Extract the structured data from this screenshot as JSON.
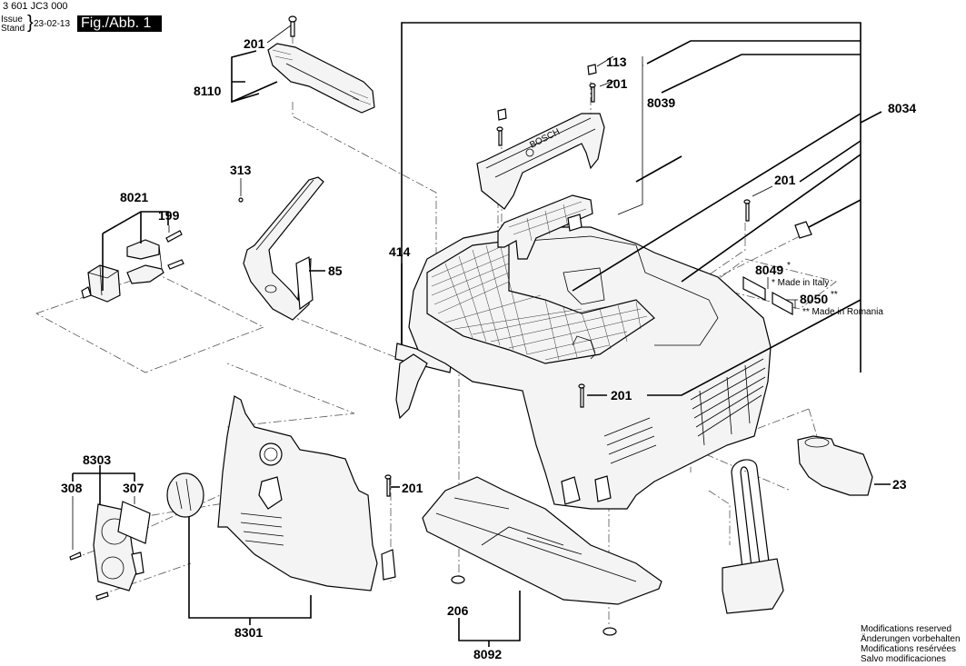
{
  "header": {
    "drawing_number": "3 601 JC3 000",
    "issue_label_1": "Issue",
    "issue_label_2": "Stand",
    "issue_date": "23-02-13",
    "figure_label": "Fig./Abb. 1"
  },
  "footer": {
    "lines": [
      "Modifications reserved",
      "Änderungen vorbehalten",
      "Modifications resérvées",
      "Salvo modificaciones"
    ]
  },
  "callouts": {
    "c201_top_handle": "201",
    "c8110": "8110",
    "c113": "113",
    "c201_bosch_handle": "201",
    "c8039": "8039",
    "c8034": "8034",
    "c201_right": "201",
    "c313": "313",
    "c8021": "8021",
    "c199": "199",
    "c85": "85",
    "c414": "414",
    "c8049": "8049",
    "c8049_mark": "*",
    "c8049_note": "* Made in Italy",
    "c8050": "8050",
    "c8050_mark": "**",
    "c8050_note": "**  Made in Romania",
    "c201_center": "201",
    "c8303": "8303",
    "c308": "308",
    "c307": "307",
    "c201_left_cover": "201",
    "c23": "23",
    "c206": "206",
    "c8301": "8301",
    "c8092": "8092"
  },
  "handle_brand": "BOSCH"
}
